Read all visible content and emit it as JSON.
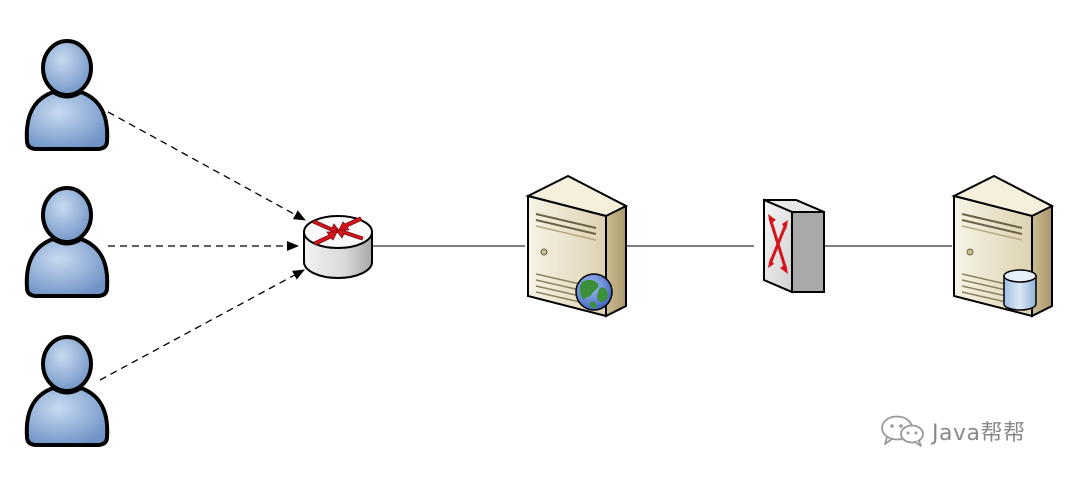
{
  "diagram": {
    "nodes": [
      {
        "id": "user-1",
        "kind": "user"
      },
      {
        "id": "user-2",
        "kind": "user"
      },
      {
        "id": "user-3",
        "kind": "user"
      },
      {
        "id": "router",
        "kind": "router"
      },
      {
        "id": "web-server",
        "kind": "web-server"
      },
      {
        "id": "switch",
        "kind": "switch"
      },
      {
        "id": "database-server",
        "kind": "database-server"
      }
    ],
    "edges": [
      {
        "from": "user-1",
        "to": "router",
        "style": "dashed",
        "arrow": true
      },
      {
        "from": "user-2",
        "to": "router",
        "style": "dashed",
        "arrow": true
      },
      {
        "from": "user-3",
        "to": "router",
        "style": "dashed",
        "arrow": true
      },
      {
        "from": "router",
        "to": "web-server",
        "style": "solid",
        "arrow": false
      },
      {
        "from": "web-server",
        "to": "switch",
        "style": "solid",
        "arrow": false
      },
      {
        "from": "switch",
        "to": "database-server",
        "style": "solid",
        "arrow": false
      }
    ],
    "colors": {
      "user_fill": "#8fb0d9",
      "router_arrows": "#d4141c",
      "server_body": "#e7dfc8",
      "globe": "#3b8f3a",
      "database": "#bcd3ea"
    }
  },
  "watermark": {
    "icon": "wechat-icon",
    "text": "Java帮帮"
  }
}
